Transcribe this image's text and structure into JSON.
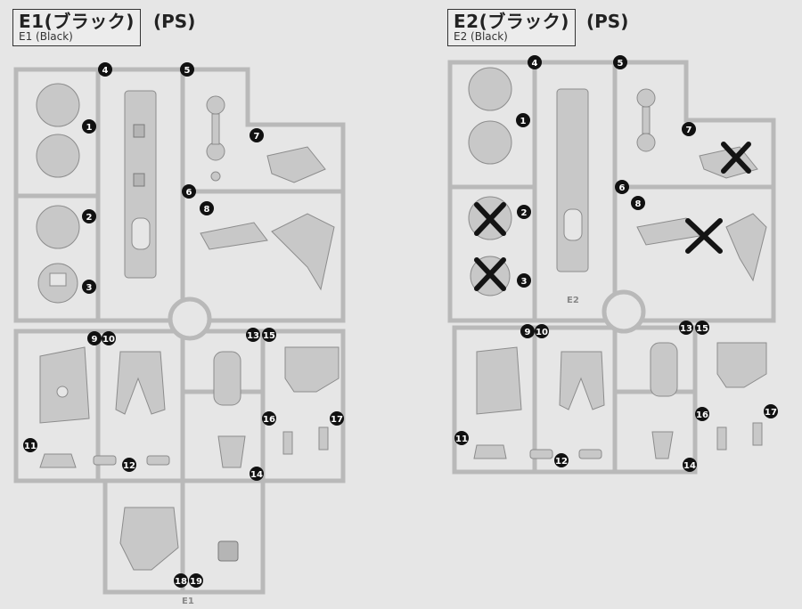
{
  "panels": [
    {
      "title": "E1(ブラック)",
      "material": "(PS)",
      "subtitle": "E1 (Black)",
      "tag": "E1",
      "labels": [
        "1",
        "2",
        "3",
        "4",
        "5",
        "6",
        "7",
        "8",
        "9",
        "10",
        "11",
        "12",
        "13",
        "14",
        "15",
        "16",
        "17",
        "18",
        "19"
      ]
    },
    {
      "title": "E2(ブラック)",
      "material": "(PS)",
      "subtitle": "E2 (Black)",
      "tag": "E2",
      "labels": [
        "1",
        "2",
        "3",
        "4",
        "5",
        "6",
        "7",
        "8",
        "9",
        "10",
        "11",
        "12",
        "13",
        "14",
        "15",
        "16",
        "17"
      ]
    }
  ]
}
